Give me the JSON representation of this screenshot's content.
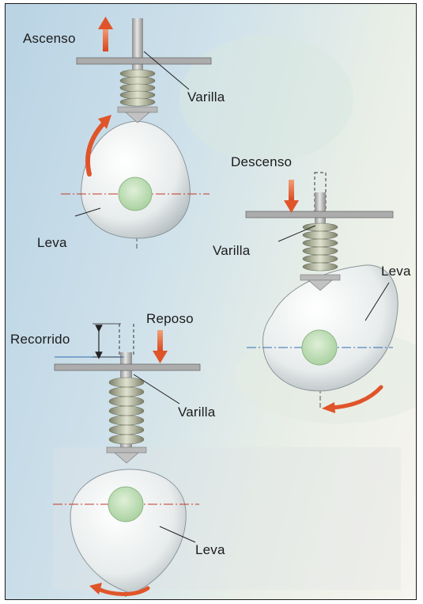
{
  "labels": {
    "ascenso": "Ascenso",
    "varilla_1": "Varilla",
    "leva_1": "Leva",
    "descenso": "Descenso",
    "varilla_2": "Varilla",
    "leva_2": "Leva",
    "reposo": "Reposo",
    "recorrido": "Recorrido",
    "varilla_3": "Varilla",
    "leva_3": "Leva"
  },
  "colors": {
    "background": "#c6dbe8",
    "arrow": "#e0542a",
    "cam": "#eef1f1",
    "cam_hub": "#b9dcb0",
    "rod": "#bdbdbd",
    "spring": "#a9ad95",
    "guide_plate": "#aeaeae",
    "axis_red": "#c0392b",
    "axis_blue": "#2e6fb0"
  },
  "icons": {
    "ascent": "arrow-up-icon",
    "descent": "arrow-down-icon",
    "rest": "arrow-down-icon",
    "rotation": "rotation-arrow-icon",
    "travel": "double-arrow-icon"
  }
}
